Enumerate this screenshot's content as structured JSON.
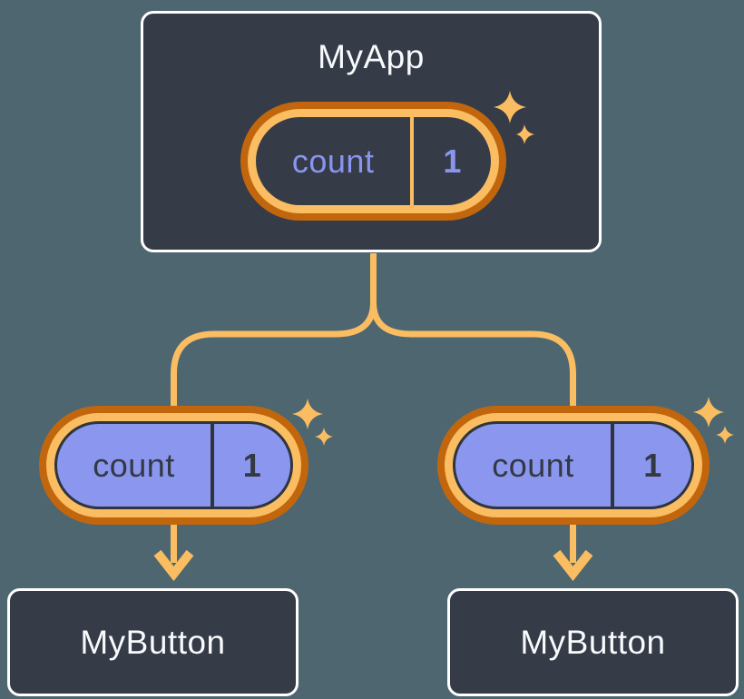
{
  "tree": {
    "root": {
      "title": "MyApp",
      "state": {
        "label": "count",
        "value": "1"
      }
    },
    "children": [
      {
        "title": "MyButton",
        "state": {
          "label": "count",
          "value": "1"
        }
      },
      {
        "title": "MyButton",
        "state": {
          "label": "count",
          "value": "1"
        }
      }
    ]
  },
  "icons": {
    "sparkle": "sparkle-icon",
    "arrow": "arrow-down-icon"
  },
  "colors": {
    "background": "#4E6670",
    "node_fill": "#353B47",
    "node_border": "#FFFFFF",
    "node_text": "#F8FAFC",
    "connector": "#FABD62",
    "pill_ring_outer": "#C2660D",
    "pill_ring_inner": "#FABD62",
    "pill_fill_root": "#353B47",
    "pill_fill_child": "#8B96EE",
    "pill_text_root": "#8995EE",
    "pill_text_child": "#333943"
  }
}
